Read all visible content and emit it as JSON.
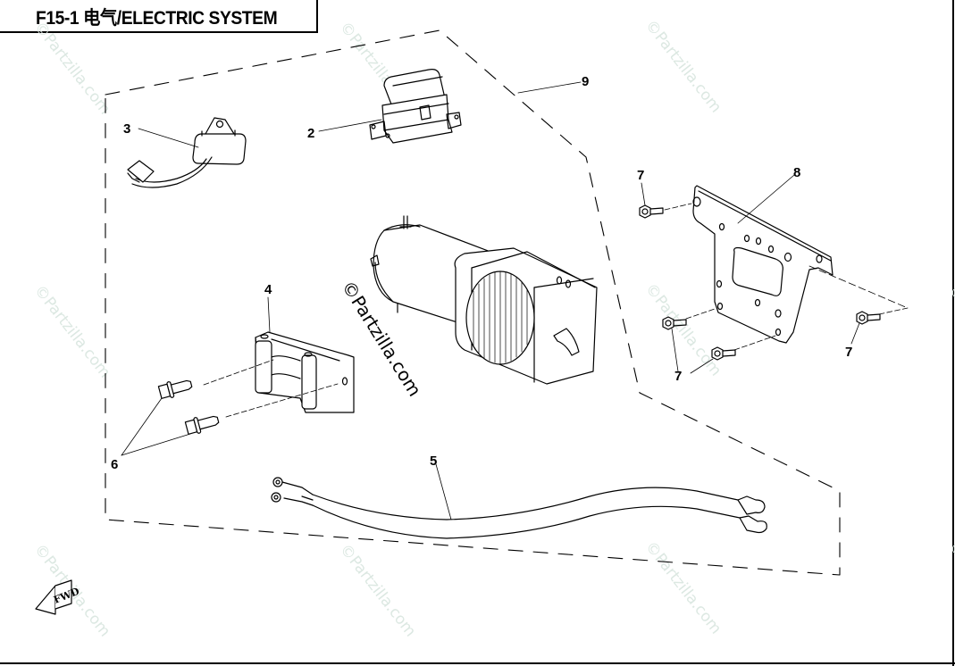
{
  "header": {
    "title": "F15-1  电气/ELECTRIC SYSTEM",
    "section_code": "F15-1",
    "section_name_cn": "电气",
    "section_name_en": "ELECTRIC SYSTEM"
  },
  "callouts": [
    {
      "id": "2",
      "part": "relay"
    },
    {
      "id": "3",
      "part": "switch-with-harness"
    },
    {
      "id": "4",
      "part": "roller-fairlead"
    },
    {
      "id": "5",
      "part": "battery-cable"
    },
    {
      "id": "6",
      "part": "fairlead-bolts"
    },
    {
      "id": "7",
      "part": "mounting-bolts"
    },
    {
      "id": "8",
      "part": "winch-mount-plate"
    },
    {
      "id": "9",
      "part": "winch-assembly"
    }
  ],
  "labels": {
    "l2": "2",
    "l3": "3",
    "l4": "4",
    "l5": "5",
    "l6": "6",
    "l7a": "7",
    "l7b": "7",
    "l7c": "7",
    "l7d": "7",
    "l8": "8",
    "l9": "9"
  },
  "watermark": {
    "text": "©Partzilla.com",
    "color": "#dce8e2"
  },
  "direction_indicator": {
    "text": "FWD"
  }
}
